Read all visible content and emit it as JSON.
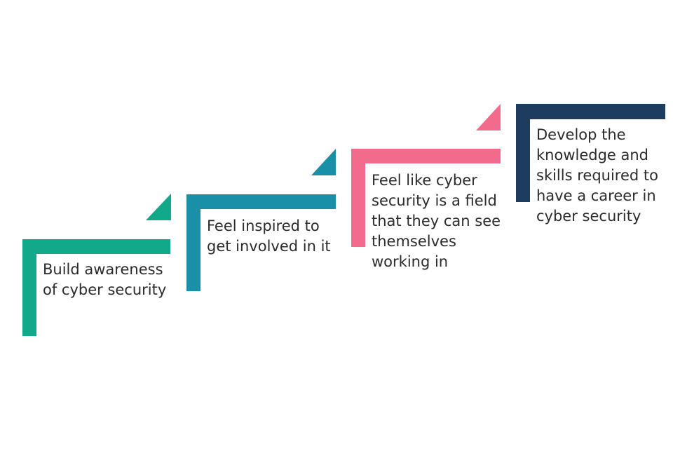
{
  "colors": {
    "step1": "#12a88a",
    "step2": "#1a8fa8",
    "step3": "#f26b8c",
    "step4": "#1d3c5e",
    "text": "#2b2b2b",
    "background": "#ffffff"
  },
  "steps": [
    {
      "lines": [
        "Build awareness",
        "of cyber security"
      ]
    },
    {
      "lines": [
        "Feel inspired to",
        "get involved in it"
      ]
    },
    {
      "lines": [
        "Feel like cyber",
        "security is a field",
        "that they can see",
        "themselves",
        "working in"
      ]
    },
    {
      "lines": [
        "Develop the",
        "knowledge and",
        "skills required to",
        "have a career in",
        "cyber security"
      ]
    }
  ]
}
